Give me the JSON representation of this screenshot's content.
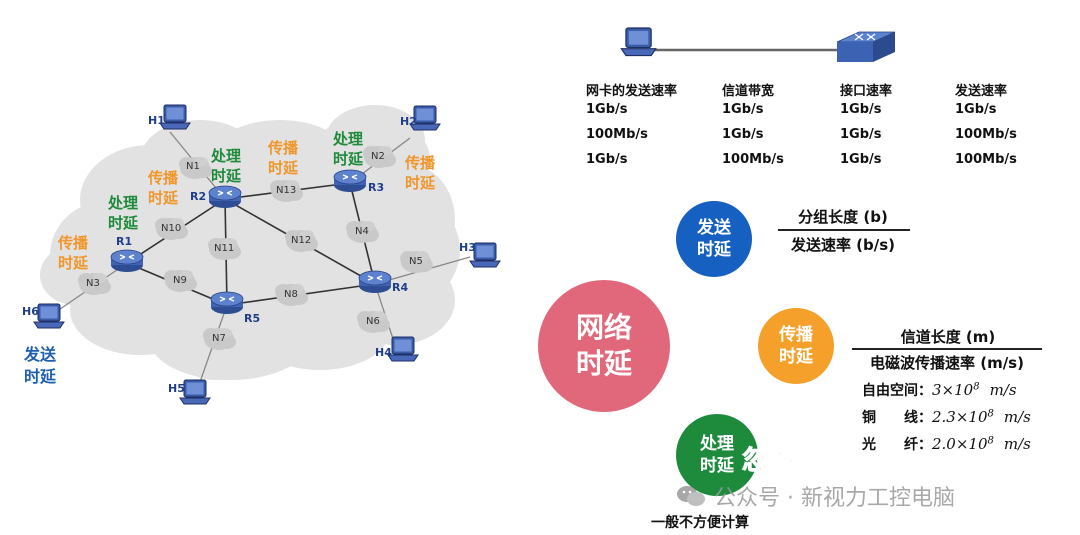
{
  "network": {
    "hosts": {
      "h1": "H1",
      "h2": "H2",
      "h3": "H3",
      "h4": "H4",
      "h5": "H5",
      "h6": "H6"
    },
    "routers": {
      "r1": "R1",
      "r2": "R2",
      "r3": "R3",
      "r4": "R4",
      "r5": "R5"
    },
    "nodes": {
      "n1": "N1",
      "n2": "N2",
      "n3": "N3",
      "n4": "N4",
      "n5": "N5",
      "n6": "N6",
      "n7": "N7",
      "n8": "N8",
      "n9": "N9",
      "n10": "N10",
      "n11": "N11",
      "n12": "N12",
      "n13": "N13"
    },
    "labels": {
      "prop_1": "传播\n时延",
      "proc_r1": "处理\n时延",
      "prop_2": "传播\n时延",
      "proc_r2": "处理\n时延",
      "prop_3": "传播\n时延",
      "proc_r3": "处理\n时延",
      "prop_4": "传播\n时延",
      "send_h6": "发送\n时延"
    }
  },
  "link": {
    "headers": [
      "网卡的发送速率",
      "信道带宽",
      "接口速率",
      "发送速率"
    ],
    "rows": [
      [
        "1Gb/s",
        "1Gb/s",
        "1Gb/s",
        "1Gb/s"
      ],
      [
        "100Mb/s",
        "1Gb/s",
        "1Gb/s",
        "100Mb/s"
      ],
      [
        "1Gb/s",
        "100Mb/s",
        "1Gb/s",
        "100Mb/s"
      ]
    ]
  },
  "concepts": {
    "network_delay": "网络\n时延",
    "send_delay": "发送\n时延",
    "prop_delay": "传播\n时延",
    "proc_delay": "处理\n时延",
    "ignore": "忽略",
    "proc_note": "一般不方便计算"
  },
  "formulas": {
    "send_num": "分组长度 (b)",
    "send_den": "发送速率 (b/s)",
    "prop_num": "信道长度 (m)",
    "prop_den": "电磁波传播速率 (m/s)"
  },
  "media": [
    {
      "name": "自由空间：",
      "value": "3×10",
      "exp": "8",
      "unit": "m/s"
    },
    {
      "name": "铜　　线：",
      "value": "2.3×10",
      "exp": "8",
      "unit": "m/s"
    },
    {
      "name": "光　　纤：",
      "value": "2.0×10",
      "exp": "8",
      "unit": "m/s"
    }
  ],
  "watermark": "公众号 · 新视力工控电脑",
  "colors": {
    "send": "#1560c0",
    "prop": "#f5a02a",
    "proc": "#1d8a3c",
    "network": "#e1677a",
    "cloud": "#dedede"
  }
}
